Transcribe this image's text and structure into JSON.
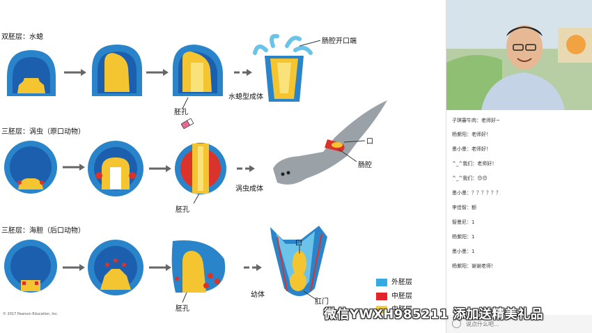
{
  "slide": {
    "row1_title": "双胚层：水螅",
    "row2_title": "三胚层：涡虫（原口动物）",
    "row3_title": "三胚层：海胆（后口动物）",
    "label_gut_open": "肠腔开口端",
    "label_hydra_adult": "水螅型成体",
    "label_blastopore": "胚孔",
    "label_mouth": "口",
    "label_gut": "肠腔",
    "label_flatworm_adult": "涡虫成体",
    "label_larva": "幼体",
    "label_anus": "肛门",
    "copyright": "© 2017 Pearson Education, Inc."
  },
  "legend": [
    {
      "label": "外胚层",
      "color": "#35a9e0"
    },
    {
      "label": "中胚层",
      "color": "#e0262b"
    },
    {
      "label": "中胚层",
      "color": "#f6d13a"
    }
  ],
  "colors": {
    "ectoderm": "#2a84c9",
    "endoderm": "#f5c531",
    "mesoderm": "#d9332b",
    "blue_light": "#6bc3ea"
  },
  "watermark": "微信YWXH985211  添加送精美礼品",
  "chat": {
    "messages": [
      "子琪審牛肉：老师好~",
      "杨紫阳：老师好！",
      "墨小墨：老师好！",
      "^_^我们：老师好！",
      "^_^我们：😊😊",
      "墨小墨：？？？？？？",
      "李佳智：额",
      "智曼尼：1",
      "杨紫阳：1",
      "墨小墨：1",
      "杨紫阳：谢谢老师！"
    ],
    "input_placeholder": "说点什么吧..."
  }
}
